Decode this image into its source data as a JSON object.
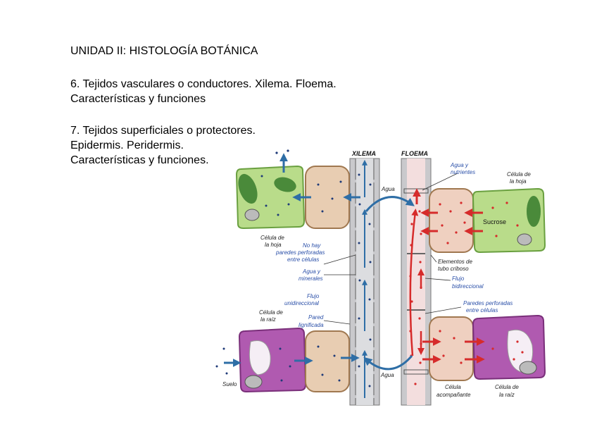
{
  "heading": "UNIDAD II: HISTOLOGÍA BOTÁNICA",
  "topic6": {
    "line1": "6. Tejidos vasculares o conductores. Xilema. Floema.",
    "line2": "Características y funciones"
  },
  "topic7": {
    "line1": "7. Tejidos superficiales o protectores.",
    "line2": "Epidermis. Peridermis.",
    "line3": "Características y funciones."
  },
  "figure": {
    "xilema": "XILEMA",
    "floema": "FLOEMA",
    "agua_top": "Agua",
    "agua_bottom": "Agua",
    "agua_nutrientes_1": "Agua y",
    "agua_nutrientes_2": "nutrientes",
    "celula_hoja_right_1": "Célula de",
    "celula_hoja_right_2": "la hoja",
    "sucrose": "Sucrose",
    "celula_hoja_left_1": "Célula de",
    "celula_hoja_left_2": "la hoja",
    "no_hay_1": "No hay",
    "no_hay_2": "paredes perforadas",
    "no_hay_3": "entre células",
    "agua_minerales_1": "Agua y",
    "agua_minerales_2": "minerales",
    "flujo_uni_1": "Flujo",
    "flujo_uni_2": "unidireccional",
    "pared_1": "Pared",
    "pared_2": "lignificada",
    "celula_raiz_left_1": "Célula de",
    "celula_raiz_left_2": "la raíz",
    "suelo": "Suelo",
    "elementos_1": "Elementos de",
    "elementos_2": "tubo criboso",
    "flujo_bi_1": "Flujo",
    "flujo_bi_2": "bidireccional",
    "paredes_perf_1": "Paredes perforadas",
    "paredes_perf_2": "entre células",
    "celula_acomp_1": "Célula",
    "celula_acomp_2": "acompañante",
    "celula_raiz_right_1": "Célula de",
    "celula_raiz_right_2": "la raíz"
  },
  "colors": {
    "leaf_cell": "#b9dc8a",
    "chloroplast": "#4a8a3a",
    "tan_cell": "#e8cdb2",
    "root_cell": "#b05ab0",
    "vessel": "#c4c4c8",
    "blue_arrow": "#2e6ea6",
    "red": "#d62b2b"
  }
}
